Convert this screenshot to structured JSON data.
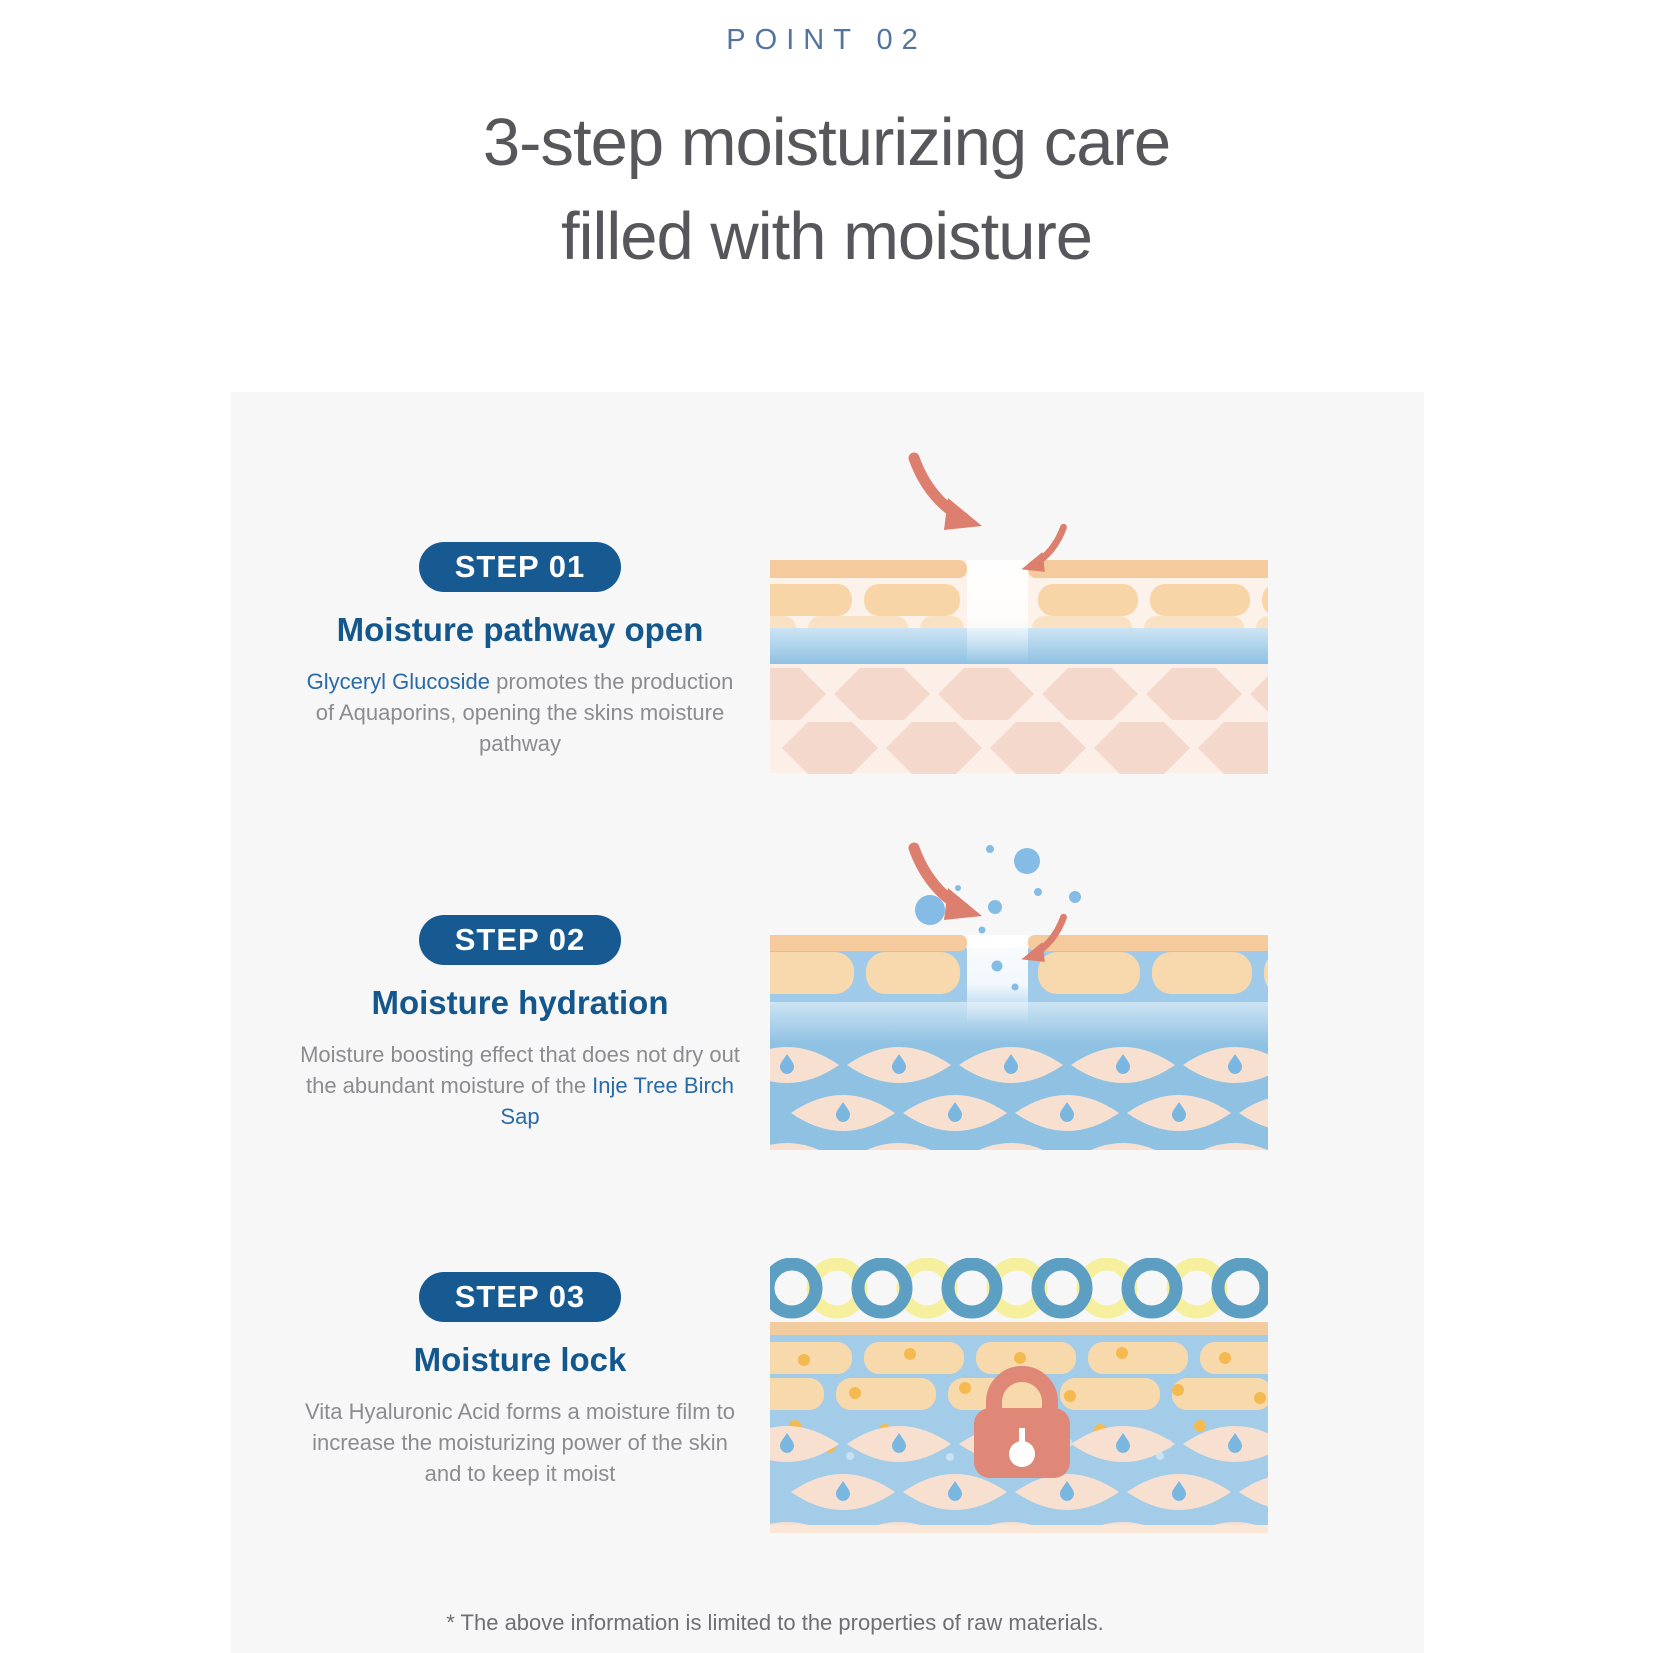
{
  "header": {
    "point_label": "POINT 02",
    "title_line1": "3-step moisturizing care",
    "title_line2": "filled with moisture"
  },
  "steps": [
    {
      "badge": "STEP 01",
      "subtitle": "Moisture pathway open",
      "body_pre": "",
      "body_highlight": "Glyceryl Glucoside",
      "body_post": " promotes the production of Aquaporins, opening the skins moisture pathway"
    },
    {
      "badge": "STEP 02",
      "subtitle": "Moisture hydration",
      "body_pre": "Moisture boosting effect that does not dry out the abundant moisture of the ",
      "body_highlight": "Inje Tree Birch Sap",
      "body_post": ""
    },
    {
      "badge": "STEP 03",
      "subtitle": "Moisture lock",
      "body_pre": "Vita Hyaluronic Acid  forms a moisture film to increase the moisturizing power of the skin and to keep it moist",
      "body_highlight": "",
      "body_post": ""
    }
  ],
  "footer": {
    "disclaimer": "* The above information is limited to the properties of raw materials."
  },
  "colors": {
    "point_label": "#53749e",
    "title_text": "#57575b",
    "badge_bg": "#175a92",
    "subtitle_blue": "#14578c",
    "body_gray": "#8c8c90",
    "highlight_blue": "#2a6ba6",
    "card_bg": "#f7f7f8",
    "arrow_salmon": "#dd7f6e",
    "lock_salmon": "#df8878",
    "peach_strip": "#f5cb9d",
    "cell_orange": "#f7d5a6",
    "skin_pale": "#fdf2ea",
    "hex_pink": "#f3d8cb",
    "water_light": "#cde4f3",
    "water_deep": "#8fc1e3",
    "hydrated_bg": "#9fcae9",
    "lens_pink": "#f8e0d1",
    "droplet_blue": "#79b7e0",
    "ring_blue": "#5d9fc3",
    "ring_yellow": "#f6ef9e",
    "dot_orange": "#f4ba50"
  }
}
